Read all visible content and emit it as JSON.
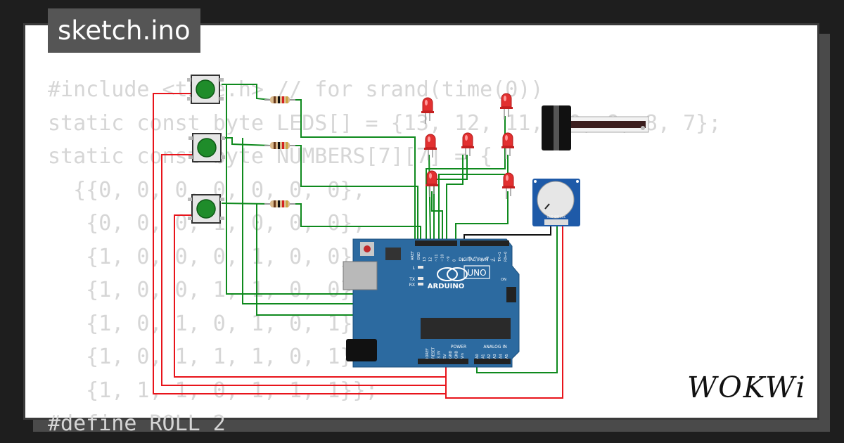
{
  "tab": {
    "filename": "sketch.ino"
  },
  "code": {
    "lines": [
      "#include <time.h> // for srand(time(0))",
      "static const byte LEDS[] = {13, 12, 11, 10, 9, 8, 7};",
      "static const byte NUMBERS[7][7] = {",
      "  {{0, 0, 0, 0, 0, 0, 0},",
      "   {0, 0, 0, 1, 0, 0, 0},",
      "   {1, 0, 0, 0, 1, 0, 0},",
      "   {1, 0, 0, 1, 1, 0, 0},",
      "   {1, 0, 1, 0, 1, 0, 1},",
      "   {1, 0, 1, 1, 1, 0, 1},",
      "   {1, 1, 1, 0, 1, 1, 1}};",
      "#define ROLL 2"
    ]
  },
  "board": {
    "brand": "ARDUINO",
    "model": "UNO",
    "digital_label": "DIGITAL (PWM ~)",
    "power_label": "POWER",
    "analog_label": "ANALOG IN",
    "on_label": "ON",
    "led_labels": [
      "L",
      "TX",
      "RX"
    ],
    "aref_label": "AREF",
    "gnd_label": "GND",
    "digital_pins": [
      "13",
      "12",
      "~11",
      "~10",
      "~9",
      "8",
      "7",
      "~6",
      "~5",
      "4",
      "~3",
      "2",
      "TX→1",
      "RX←0"
    ],
    "power_pins": [
      "IOREF",
      "RESET",
      "3.3V",
      "5V",
      "GND",
      "GND",
      "Vin"
    ],
    "analog_pins": [
      "A0",
      "A1",
      "A2",
      "A3",
      "A4",
      "A5"
    ]
  },
  "pot": {
    "pins": "GND SIG VCC"
  },
  "logo": {
    "text": "WOKWi"
  },
  "colors": {
    "wire_green": "#0f8a1e",
    "wire_red": "#e8141b",
    "wire_black": "#111111",
    "board_blue": "#2c6aa0",
    "led_red": "#e23030",
    "button_green": "#1f8c2a"
  }
}
